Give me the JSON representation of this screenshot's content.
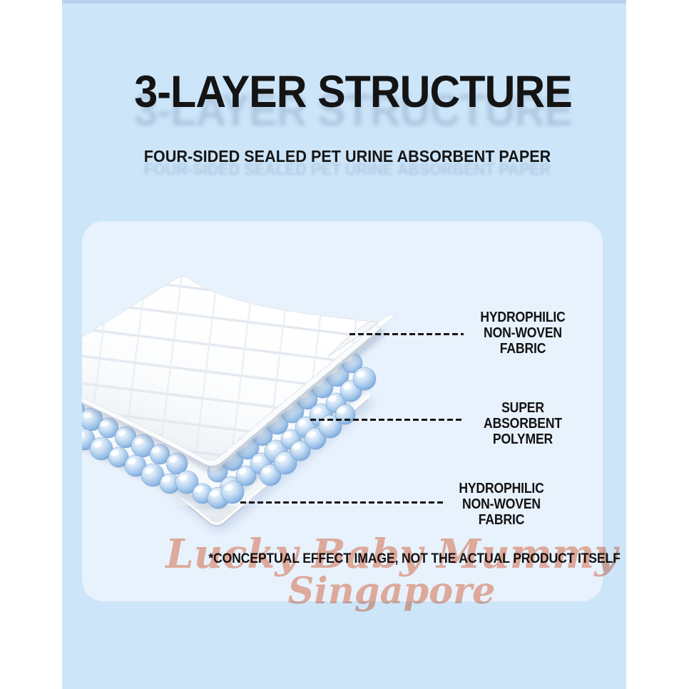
{
  "title": "3-LAYER STRUCTURE",
  "subtitle": "FOUR-SIDED SEALED PET URINE ABSORBENT PAPER",
  "diagram": {
    "layers": [
      {
        "name": "top-layer",
        "label_lines": [
          "HYDROPHILIC",
          "NON-WOVEN",
          "FABRIC"
        ]
      },
      {
        "name": "middle-layer",
        "label_lines": [
          "SUPER",
          "ABSORBENT",
          "POLYMER"
        ]
      },
      {
        "name": "bottom-layer",
        "label_lines": [
          "HYDROPHILIC",
          "NON-WOVEN",
          "FABRIC"
        ]
      }
    ]
  },
  "disclaimer": "*CONCEPTUAL EFFECT IMAGE, NOT THE ACTUAL PRODUCT ITSELF",
  "watermark": {
    "line1": "Lucky Baby Mummy",
    "line2": "Singapore"
  },
  "colors": {
    "background": "#cde5f9",
    "top_strip": "#b7d2eb",
    "panel": "#e8f2fd",
    "title_text": "#141414",
    "leader_line": "#161616",
    "bead_blue": "#7fabdc",
    "sheet_white": "#ffffff",
    "watermark": "#f2b29c"
  }
}
